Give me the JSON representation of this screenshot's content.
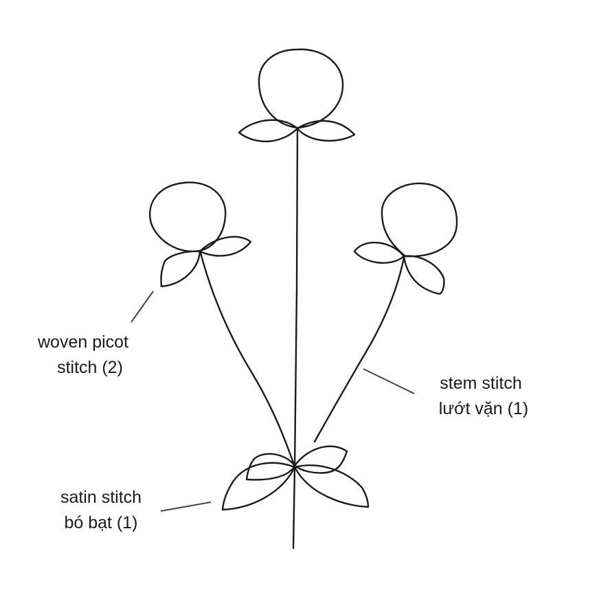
{
  "colors": {
    "background": "#ffffff",
    "line": "#1a1a1a",
    "leader": "#444444",
    "text": "#1a1a1a"
  },
  "labels": {
    "woven_picot": {
      "line1": "woven picot",
      "line2": "stitch (2)"
    },
    "stem_stitch": {
      "line1": "stem stitch",
      "line2": "lướt vặn (1)"
    },
    "satin_stitch": {
      "line1": "satin stitch",
      "line2": "bó bạt (1)"
    }
  }
}
